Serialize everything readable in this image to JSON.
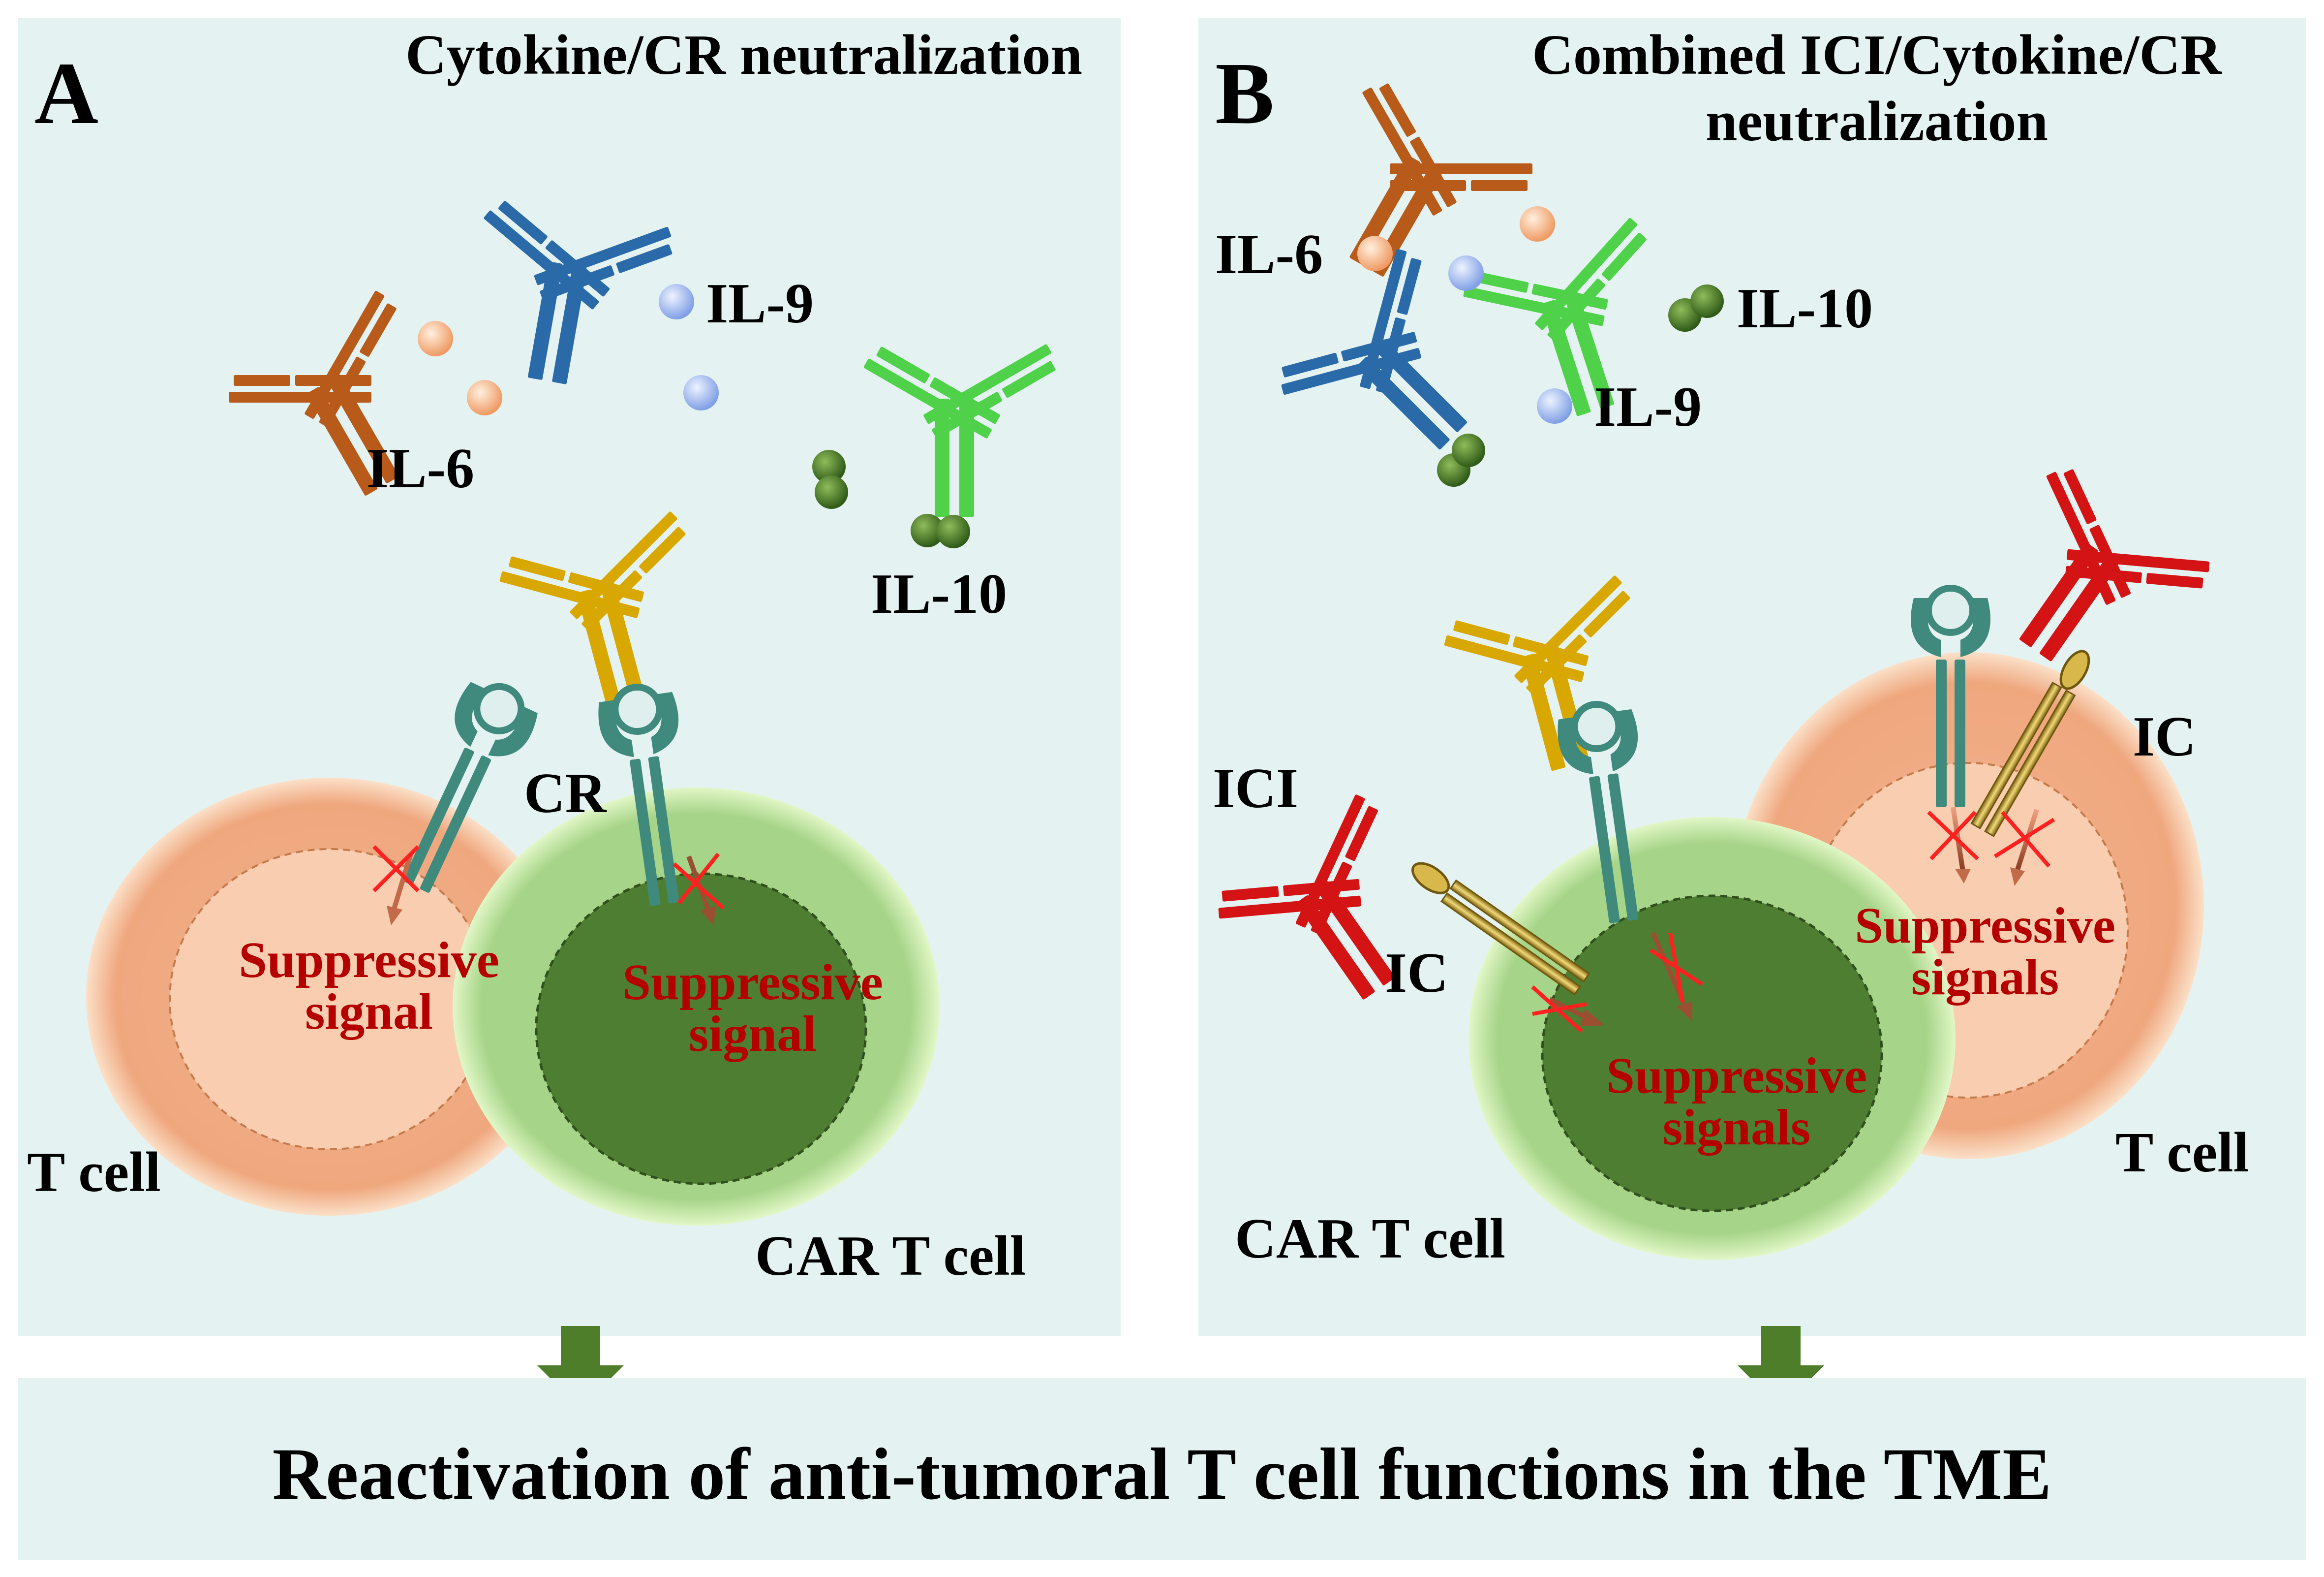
{
  "panel_a": {
    "letter": "A",
    "title": "Cytokine/CR neutralization",
    "cytokines": {
      "il6": "IL-6",
      "il9": "IL-9",
      "il10": "IL-10"
    },
    "cr_label": "CR",
    "t_cell_label": "T cell",
    "car_t_cell_label": "CAR T cell",
    "t_cell_signal": [
      "Suppressive",
      "signal"
    ],
    "car_t_cell_signal": [
      "Suppressive",
      "signal"
    ]
  },
  "panel_b": {
    "letter": "B",
    "title": [
      "Combined ICI/Cytokine/CR",
      "neutralization"
    ],
    "cytokines": {
      "il6": "IL-6",
      "il9": "IL-9",
      "il10": "IL-10"
    },
    "ici_label": "ICI",
    "ic_label_left": "IC",
    "ic_label_right": "IC",
    "t_cell_label": "T cell",
    "car_t_cell_label": "CAR T cell",
    "car_t_cell_signals": [
      "Suppressive",
      "signals"
    ],
    "t_cell_signals": [
      "Suppressive",
      "signals"
    ]
  },
  "outcome": {
    "text": "Reactivation of anti-tumoral T cell functions in the TME"
  },
  "colors": {
    "panel_bg": "#e4f3f1",
    "il6_antibody": "#b85a1a",
    "il9_antibody": "#2a6aa8",
    "il10_antibody": "#4fd24a",
    "cr_antibody": "#d9a800",
    "ici_antibody": "#d41414",
    "receptor": "#3f8a7c",
    "checkpoint": "#b89a30",
    "t_cell": "#f2a97f",
    "car_t_cell": "#a8d48a",
    "car_t_nucleus": "#4e7e32",
    "arrow_green": "#4e7e2a",
    "signal_text": "#b40000"
  }
}
